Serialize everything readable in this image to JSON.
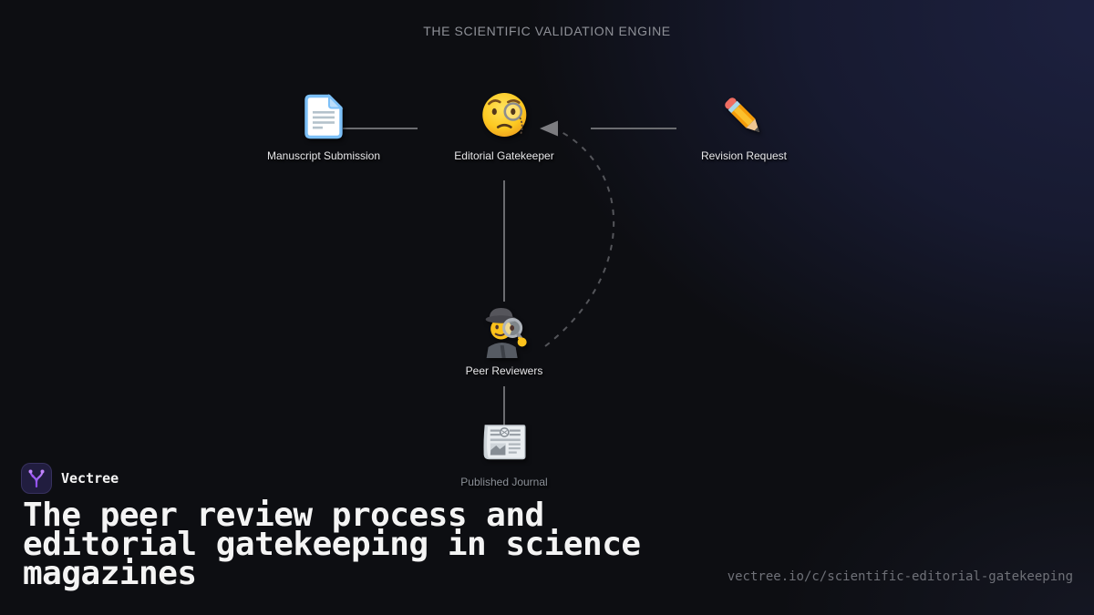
{
  "header": {
    "title": "THE SCIENTIFIC VALIDATION ENGINE"
  },
  "diagram": {
    "nodes": [
      {
        "id": "manuscript-submission",
        "label": "Manuscript Submission",
        "icon": "page-facing-up-icon"
      },
      {
        "id": "editorial-gatekeeper",
        "label": "Editorial Gatekeeper",
        "icon": "face-with-monocle-icon"
      },
      {
        "id": "revision-request",
        "label": "Revision Request",
        "icon": "pencil-icon"
      },
      {
        "id": "peer-reviewers",
        "label": "Peer Reviewers",
        "icon": "detective-icon"
      },
      {
        "id": "published-journal",
        "label": "Published Journal",
        "icon": "newspaper-icon"
      }
    ],
    "edges": [
      {
        "from": "manuscript-submission",
        "to": "editorial-gatekeeper",
        "style": "solid"
      },
      {
        "from": "editorial-gatekeeper",
        "to": "peer-reviewers",
        "style": "solid"
      },
      {
        "from": "peer-reviewers",
        "to": "published-journal",
        "style": "solid"
      },
      {
        "from": "revision-request",
        "to": "editorial-gatekeeper",
        "style": "solid-with-arrow"
      },
      {
        "from": "peer-reviewers",
        "to": "editorial-gatekeeper",
        "style": "dashed-curve"
      }
    ]
  },
  "footer": {
    "brand_name": "Vectree",
    "title": "The peer review process and editorial gatekeeping in science magazines",
    "url": "vectree.io/c/scientific-editorial-gatekeeping"
  },
  "colors": {
    "background": "#0d0e12",
    "background_glow": "#1d2140",
    "header_text": "#8e9097",
    "node_label": "#e8e8ea",
    "node_label_muted": "#8b9097",
    "edge": "#6b6c70",
    "edge_dashed": "#54555a",
    "arrowhead": "#7c7c80",
    "title_text": "#f4f4f4",
    "url_text": "#6f7178",
    "brand_accent": "#a855f7",
    "brand_logo_bg": "#211d3f"
  }
}
